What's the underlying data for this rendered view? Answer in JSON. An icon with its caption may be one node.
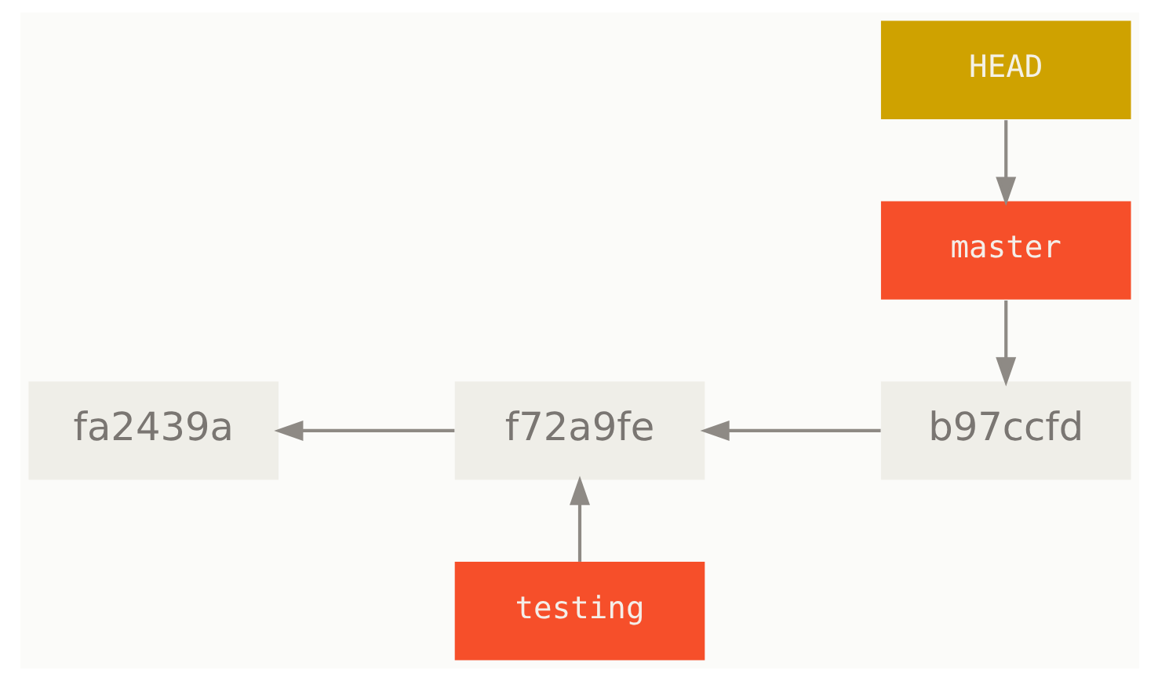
{
  "diagram": {
    "nodes": [
      {
        "text": [
          "HEAD"
        ]
      },
      {
        "text": [
          "master"
        ]
      },
      {
        "text": [
          "fa2439a"
        ]
      },
      {
        "text": [
          "f72a9fe"
        ]
      },
      {
        "text": [
          "b97ccfd"
        ]
      },
      {
        "text": [
          "testing"
        ]
      }
    ],
    "edges": [
      {
        "from": 0,
        "to": 1,
        "arrow": "to"
      },
      {
        "from": 1,
        "to": 4,
        "arrow": "to"
      },
      {
        "from": 4,
        "to": 3,
        "arrow": "to"
      },
      {
        "from": 3,
        "to": 2,
        "arrow": "to"
      },
      {
        "from": 5,
        "to": 3,
        "arrow": "to"
      }
    ]
  }
}
